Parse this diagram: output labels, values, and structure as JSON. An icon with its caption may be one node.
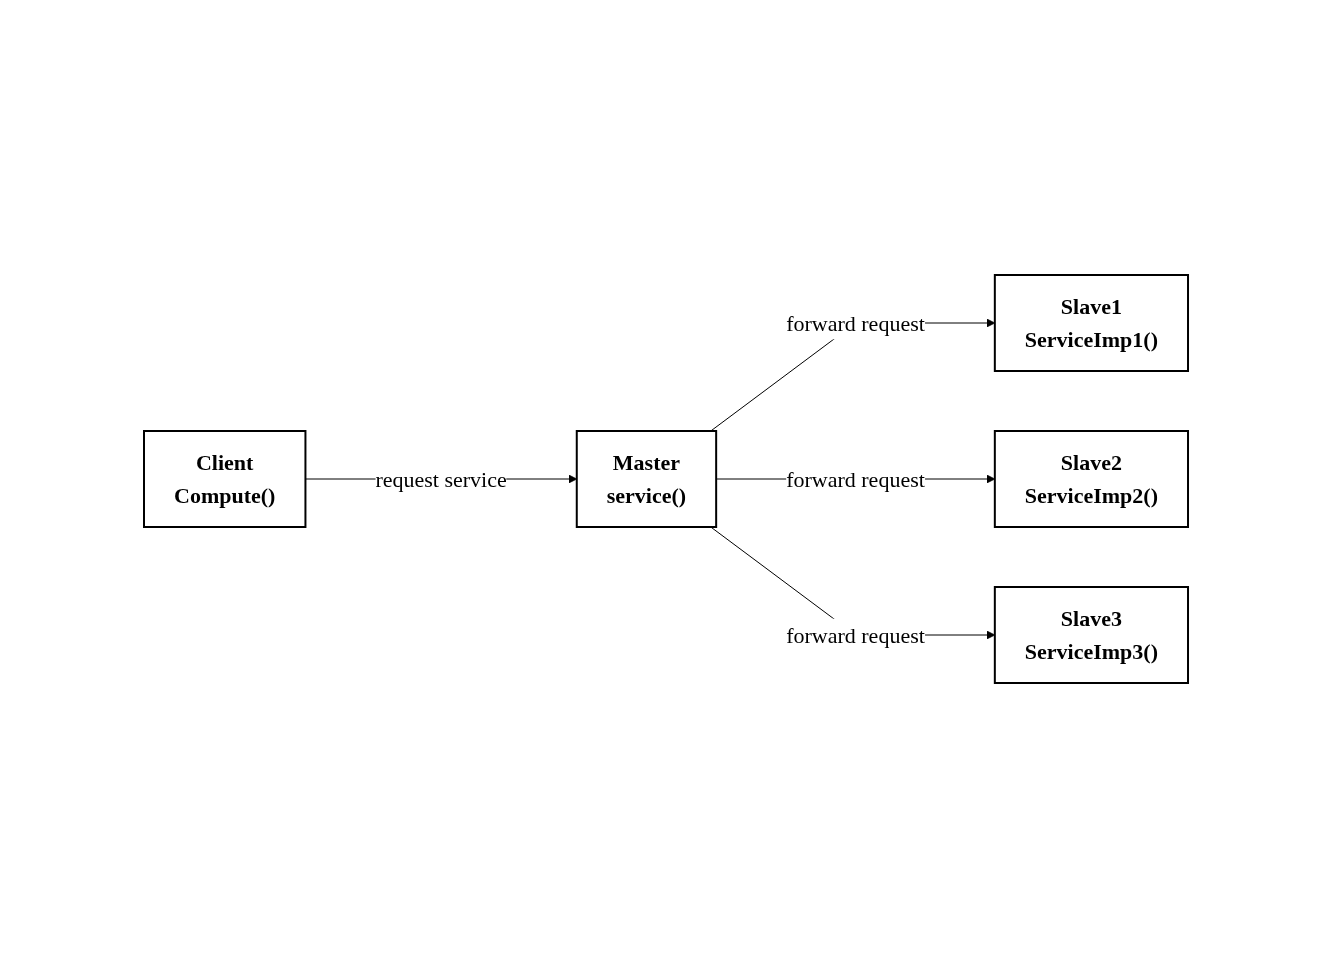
{
  "diagram": {
    "nodes": [
      {
        "text": [
          "Client",
          "Compute()"
        ]
      },
      {
        "text": [
          "Master",
          "service()"
        ]
      },
      {
        "text": [
          "Slave1",
          "ServiceImp1()"
        ]
      },
      {
        "text": [
          "Slave2",
          "ServiceImp2()"
        ]
      },
      {
        "text": [
          "Slave3",
          "ServiceImp3()"
        ]
      }
    ],
    "edges": [
      {
        "from": 0,
        "to": 1,
        "arrow": "to",
        "label": "request service"
      },
      {
        "from": 1,
        "to": 2,
        "arrow": "to",
        "label": "forward request"
      },
      {
        "from": 1,
        "to": 3,
        "arrow": "to",
        "label": "forward request"
      },
      {
        "from": 1,
        "to": 4,
        "arrow": "to",
        "label": "forward request"
      }
    ]
  }
}
